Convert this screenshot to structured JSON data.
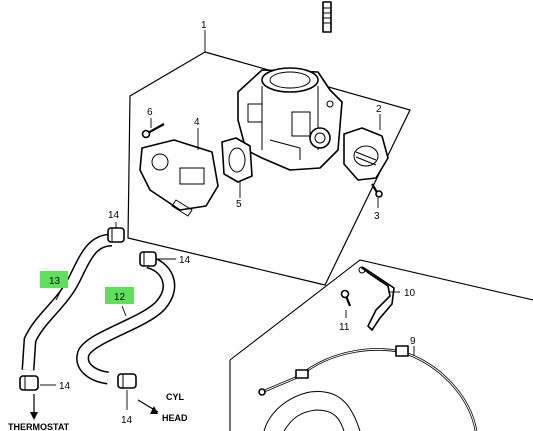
{
  "callouts": {
    "c1": "1",
    "c2": "2",
    "c3": "3",
    "c4": "4",
    "c5": "5",
    "c6": "6",
    "c9": "9",
    "c10": "10",
    "c11": "11",
    "c12": "12",
    "c13": "13",
    "c14a": "14",
    "c14b": "14",
    "c14c": "14",
    "c14d": "14"
  },
  "labels": {
    "cyl_line1": "CYL",
    "cyl_line2": "HEAD",
    "thermostat": "THERMOSTAT"
  },
  "highlight_color": "#5fe05a"
}
